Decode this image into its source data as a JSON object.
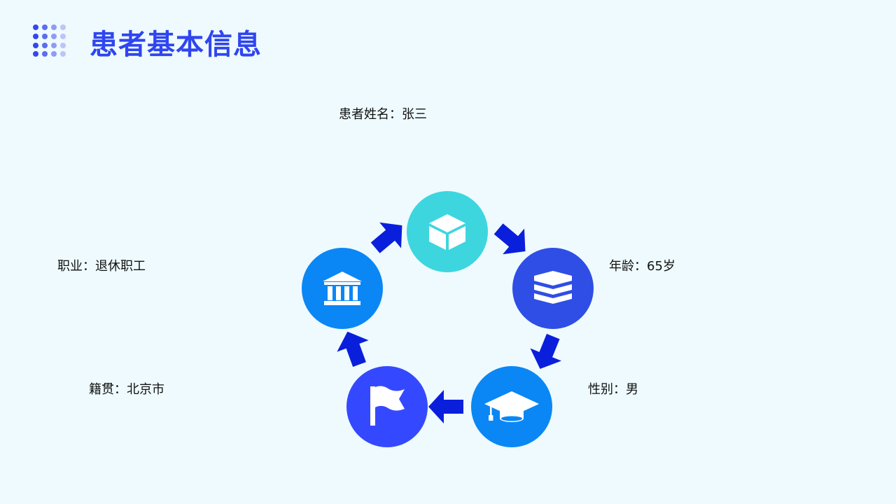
{
  "title": "患者基本信息",
  "labels": {
    "name": "患者姓名：张三",
    "age": "年龄：65岁",
    "gender": "性别：男",
    "hometown": "籍贯：北京市",
    "occupation": "职业：退休职工"
  },
  "colors": {
    "title": "#2f45f0",
    "node_cube": "#3dd6df",
    "node_layers": "#2f4ee6",
    "node_grad": "#0a87f5",
    "node_flag": "#3449ff",
    "node_bank": "#0a87f5",
    "arrow": "#0a1fdc",
    "background": "#eefafd"
  },
  "nodes": [
    {
      "icon": "cube-icon"
    },
    {
      "icon": "layers-icon"
    },
    {
      "icon": "graduation-cap-icon"
    },
    {
      "icon": "flag-icon"
    },
    {
      "icon": "bank-icon"
    }
  ]
}
